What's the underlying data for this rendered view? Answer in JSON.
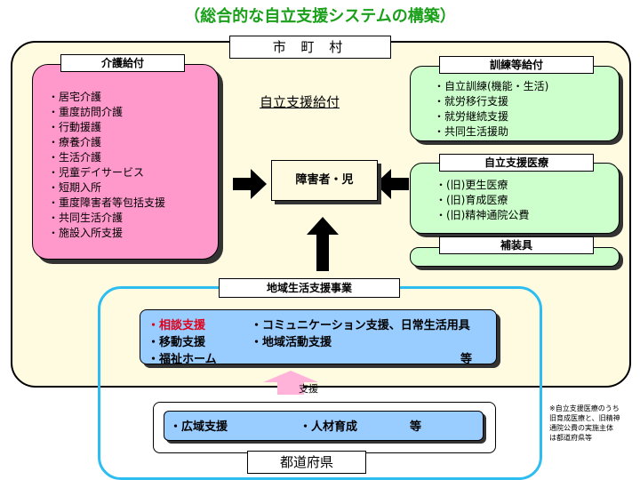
{
  "title": "（総合的な自立支援システムの構築）",
  "city": {
    "label": "市 町 村"
  },
  "jiritsu_shien_kyufu": "自立支援給付",
  "kaigo_kyufu": {
    "title": "介護給付",
    "items": [
      "・居宅介護",
      "・重度訪問介護",
      "・行動援護",
      "・療養介護",
      "・生活介護",
      "・児童デイサービス",
      "・短期入所",
      "・重度障害者等包括支援",
      "・共同生活介護",
      "・施設入所支援"
    ]
  },
  "kunren_kyufu": {
    "title": "訓練等給付",
    "items": [
      "・自立訓練(機能・生活)",
      "・就労移行支援",
      "・就労継続支援",
      "・共同生活援助"
    ]
  },
  "iryou": {
    "title": "自立支援医療",
    "items": [
      "・(旧)更生医療",
      "・(旧)育成医療",
      "・(旧)精神通院公費"
    ]
  },
  "hosougu": {
    "title": "補装具"
  },
  "center": "障害者・児",
  "chiiki": {
    "title": "地域生活支援事業",
    "row1_red": "・相談支援",
    "row1_rest": "・コミュニケーション支援、日常生活用具",
    "row2_a": "・移動支援",
    "row2_b": "・地域活動支援",
    "row3_a": "・福祉ホーム",
    "row3_b": "等"
  },
  "shien": "支援",
  "pref": {
    "label": "都道府県",
    "item_a": "・広域支援",
    "item_b": "・人材育成",
    "item_c": "等"
  },
  "note": [
    "※自立支援医療のうち",
    "旧育成医療と、旧精神",
    "通院公費の実施主体",
    "は都道府県等"
  ],
  "colors": {
    "title": "#1aa01a",
    "pink": "#ff99cc",
    "green": "#ccffcc",
    "blue": "#99ccff",
    "frame": "#2ebdf0",
    "red_text": "#e0001a"
  }
}
